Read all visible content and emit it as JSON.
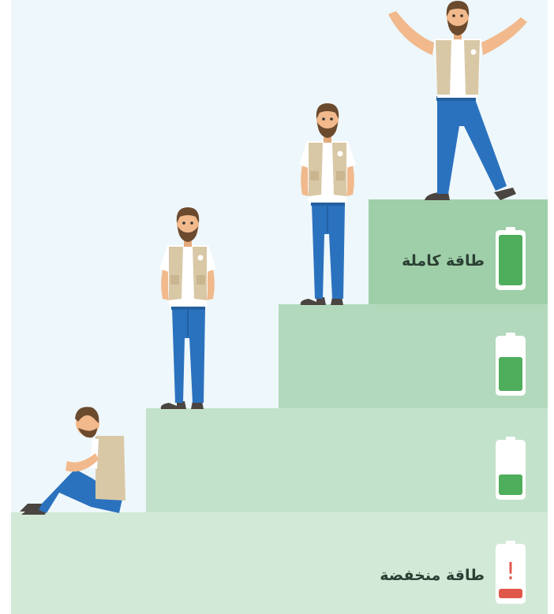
{
  "labels": {
    "full_energy": "طاقة كاملة",
    "low_energy": "طاقة منخفضة",
    "warning_mark": "!"
  },
  "colors": {
    "sky": "#eef7fb",
    "step_1": "#d3e9d8",
    "step_2": "#c3e2cb",
    "step_3": "#b2d9bc",
    "step_4": "#9fcfa9",
    "battery_fill": "#4fae5c",
    "battery_low": "#e0584a",
    "skin": "#f1b98c",
    "hair": "#6b4a2e",
    "vest": "#d9c8a6",
    "jeans": "#2b72be",
    "shoes": "#4a4540"
  },
  "battery_levels": [
    {
      "step": "low",
      "charge": 0.12
    },
    {
      "step": "medium-low",
      "charge": 0.35
    },
    {
      "step": "medium-high",
      "charge": 0.65
    },
    {
      "step": "full",
      "charge": 1.0
    }
  ],
  "figures": [
    {
      "step": "low",
      "pose": "sitting-dejected"
    },
    {
      "step": "medium-low",
      "pose": "standing-tired"
    },
    {
      "step": "medium-high",
      "pose": "standing-neutral"
    },
    {
      "step": "full",
      "pose": "arms-raised-celebrating"
    }
  ]
}
